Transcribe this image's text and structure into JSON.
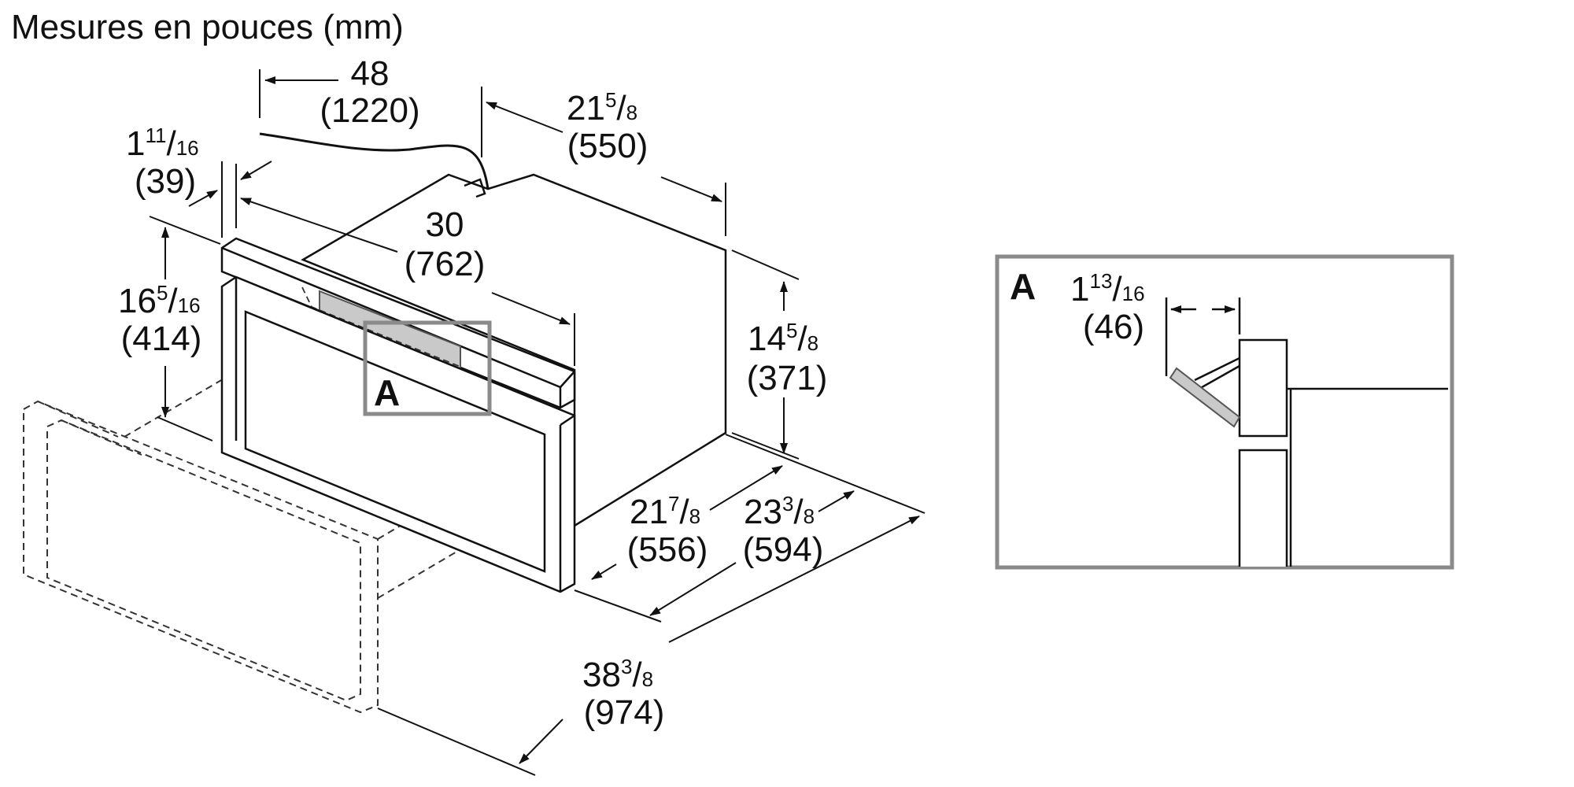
{
  "title": "Mesures en pouces (mm)",
  "detail_label": "A",
  "dimensions": {
    "cord": {
      "inch": "48",
      "mm": "(1220)"
    },
    "depth_top": {
      "whole": "21",
      "num": "5",
      "den": "8",
      "mm": "(550)"
    },
    "frame": {
      "whole": "1",
      "num": "11",
      "den": "16",
      "mm": "(39)"
    },
    "width": {
      "inch": "30",
      "mm": "(762)"
    },
    "height_front": {
      "whole": "16",
      "num": "5",
      "den": "16",
      "mm": "(414)"
    },
    "height_side": {
      "whole": "14",
      "num": "5",
      "den": "8",
      "mm": "(371)"
    },
    "depth_body": {
      "whole": "21",
      "num": "7",
      "den": "8",
      "mm": "(556)"
    },
    "depth_total": {
      "whole": "23",
      "num": "3",
      "den": "8",
      "mm": "(594)"
    },
    "door_open": {
      "whole": "38",
      "num": "3",
      "den": "8",
      "mm": "(974)"
    },
    "handle": {
      "whole": "1",
      "num": "13",
      "den": "16",
      "mm": "(46)"
    }
  }
}
